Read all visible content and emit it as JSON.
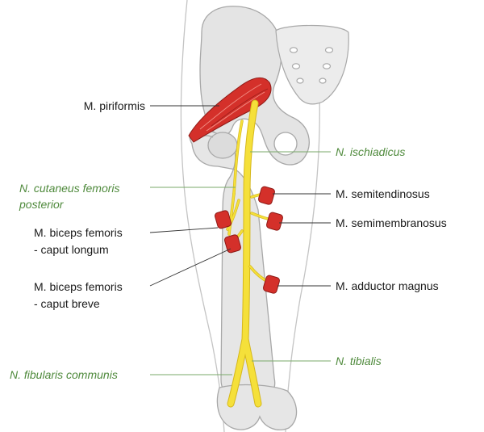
{
  "colors": {
    "bone_fill": "#e4e4e4",
    "bone_stroke": "#a8a8a8",
    "nerve": "#f5e03a",
    "nerve_stroke": "#d6b81c",
    "muscle": "#d4302a",
    "muscle_dark": "#8e1a16",
    "muscle_label": "#1a1a1a",
    "nerve_label": "#4f8a3c"
  },
  "labels": {
    "piriformis": "M. piriformis",
    "ischiadicus": "N. ischiadicus",
    "cutaneus_line1": "N. cutaneus femoris",
    "cutaneus_line2": "posterior",
    "semitendinosus": "M. semitendinosus",
    "semimembranosus": "M. semimembranosus",
    "biceps_longum_line1": "M. biceps femoris",
    "biceps_longum_line2": "- caput longum",
    "biceps_breve_line1": "M. biceps femoris",
    "biceps_breve_line2": "- caput breve",
    "adductor": "M. adductor magnus",
    "fibularis": "N. fibularis communis",
    "tibialis": "N. tibialis"
  }
}
